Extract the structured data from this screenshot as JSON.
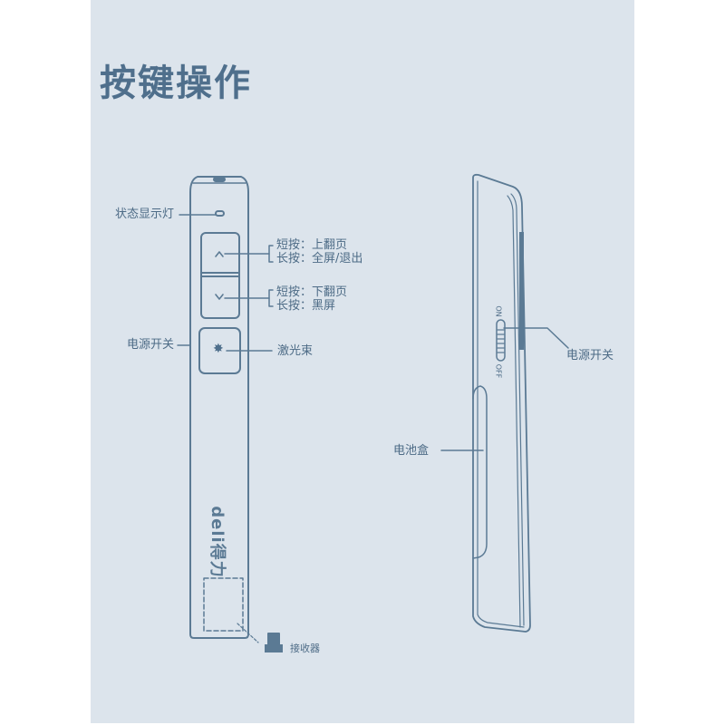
{
  "title": "按键操作",
  "colors": {
    "background": "#dce4ec",
    "stroke": "#5b7a94",
    "text": "#4d6b86",
    "title": "#4f6f8c"
  },
  "front_view": {
    "brand_logo": "deli得力",
    "labels": {
      "status_light": "状态显示灯",
      "page_up": {
        "short_press": "短按：上翻页",
        "long_press": "长按：全屏/退出"
      },
      "page_down": {
        "short_press": "短按：下翻页",
        "long_press": "长按：黑屏"
      },
      "power_switch": "电源开关",
      "laser": "激光束",
      "receiver": "接收器"
    },
    "buttons": [
      {
        "icon": "chevron-up-icon",
        "glyph": "^"
      },
      {
        "icon": "chevron-down-icon",
        "glyph": "v"
      },
      {
        "icon": "laser-star-icon",
        "glyph": "✸"
      }
    ]
  },
  "side_view": {
    "labels": {
      "power_switch": "电源开关",
      "battery_box": "电池盒"
    },
    "switch_marks": {
      "on": "ON",
      "off": "OFF"
    }
  }
}
